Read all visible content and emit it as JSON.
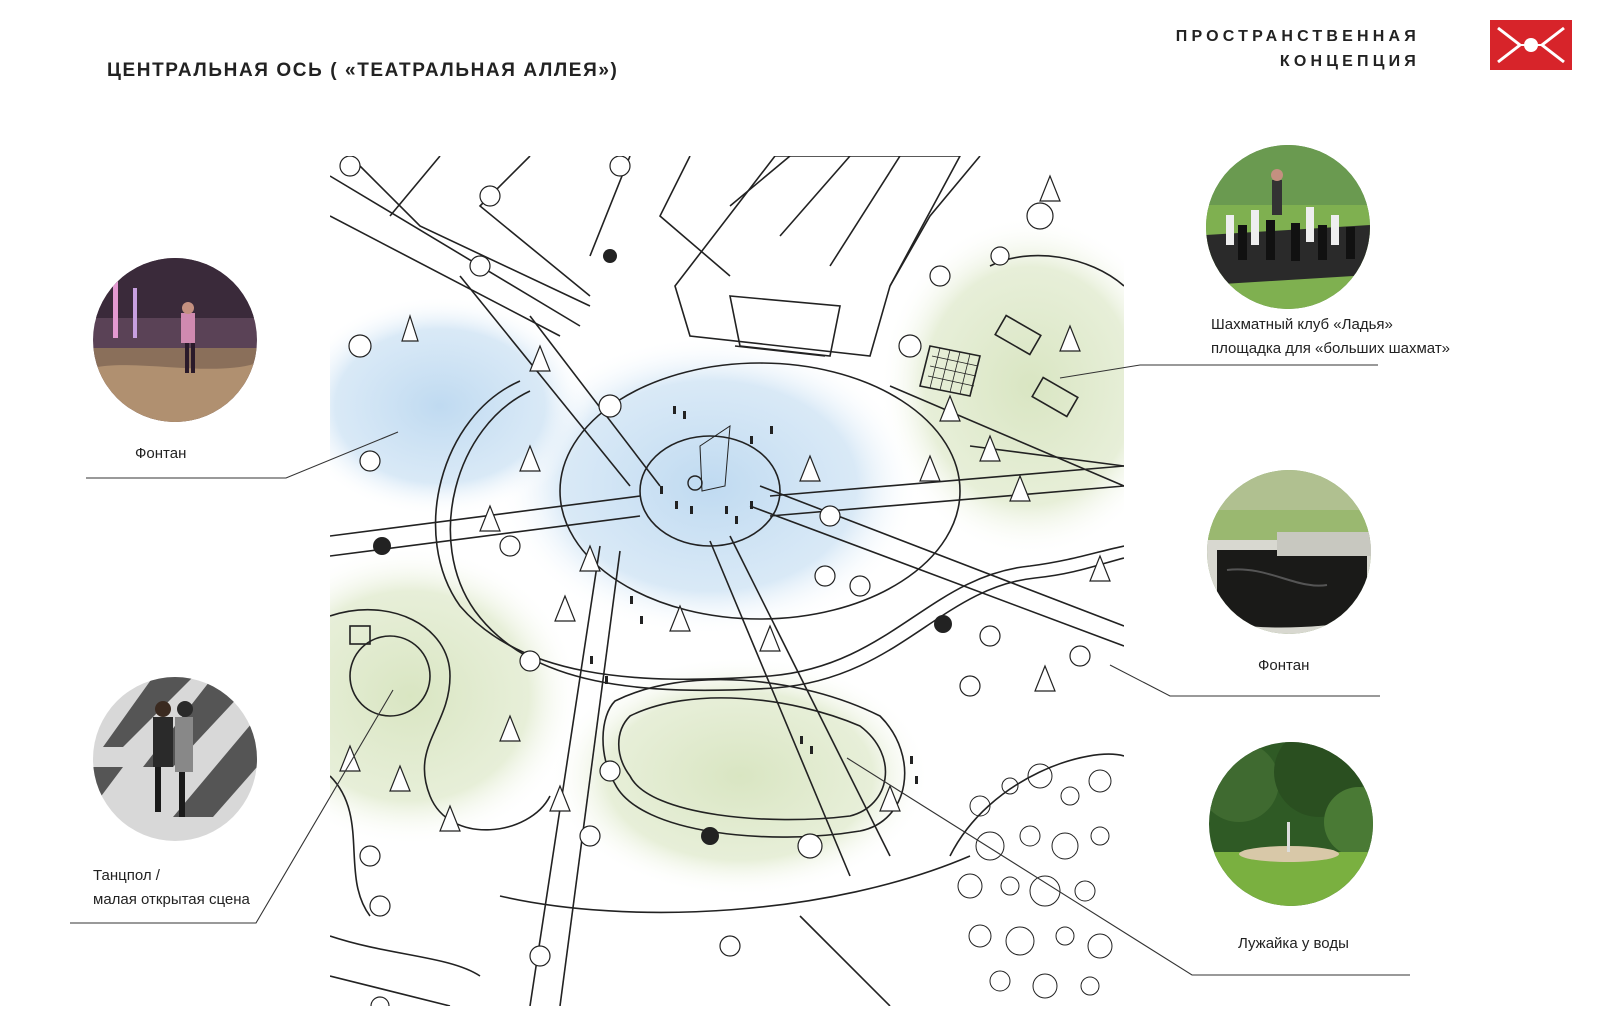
{
  "header": {
    "title": "ЦЕНТРАЛЬНАЯ ОСЬ ( «ТЕАТРАЛЬНАЯ АЛЛЕЯ»)",
    "brand_line1": "ПРОСТРАНСТВЕННАЯ",
    "brand_line2": "КОНЦЕПЦИЯ",
    "brand_color": "#d7242a"
  },
  "callouts": {
    "fountain_left": {
      "label": "Фонтан"
    },
    "chess_club": {
      "line1": "Шахматный клуб «Ладья»",
      "line2": "площадка для «больших шахмат»"
    },
    "fountain_right": {
      "label": "Фонтан"
    },
    "dance_floor": {
      "line1": "Танцпол  /",
      "line2": "малая открытая сцена"
    },
    "lawn": {
      "label": "Лужайка у воды"
    }
  },
  "colors": {
    "blue_zone": "#bcd8f0",
    "green_zone": "#d7e4bf",
    "lines": "#222222"
  }
}
